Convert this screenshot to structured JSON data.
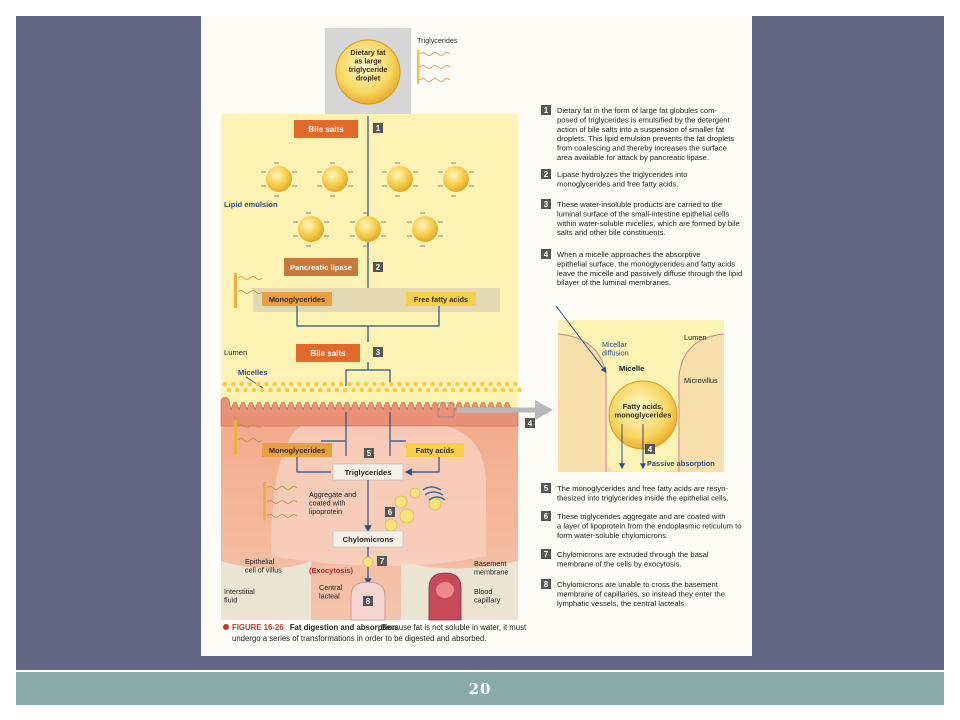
{
  "slide_number": "20",
  "colors": {
    "frame": "#626684",
    "footer": "#89abaa",
    "lumen": "#fbf2b4",
    "cell": "#f2b99c",
    "label_orange": "#e06a2a",
    "label_brown": "#c8783a",
    "arrow": "#2a4f8a"
  },
  "top": {
    "droplet_label": "Dietary fat\nas large\ntriglyceride\ndroplet",
    "triglycerides_label": "Triglycerides"
  },
  "diagram": {
    "bile_salts": "Bile salts",
    "lipid_emulsion": "Lipid emulsion",
    "pancreatic_lipase": "Pancreatic lipase",
    "monoglycerides": "Monoglycerides",
    "free_fatty_acids": "Free fatty acids",
    "lumen": "Lumen",
    "bile_salts_2": "Bile salts",
    "micelles": "Micelles",
    "monoglycerides_2": "Monoglycerides",
    "fatty_acids": "Fatty acids",
    "triglycerides": "Triglycerides",
    "aggregate": "Aggregate and\ncoated with\nlipoprotein",
    "chylomicrons": "Chylomicrons",
    "exocytosis": "(Exocytosis)",
    "epithelial_cell": "Epithelial\ncell of villus",
    "interstitial_fluid": "Interstitial\nfluid",
    "central_lacteal": "Central\nlacteal",
    "basement_membrane": "Basement\nmembrane",
    "blood_capillary": "Blood\ncapillary"
  },
  "inset": {
    "lumen": "Lumen",
    "micellar_diffusion": "Micellar\ndiffusion",
    "micelle": "Micelle",
    "microvillus": "Microvillus",
    "fatty_acids": "Fatty acids,\nmonoglycerides",
    "passive_absorption": "Passive absorption"
  },
  "steps": [
    {
      "n": "1",
      "text": "Dietary fat in the form of large fat globules com-\nposed of triglycerides is emulsified by the detergent\naction of bile salts into a suspension of smaller fat\ndroplets. This lipid emulsion prevents the fat droplets\nfrom coalescing and thereby increases the surface\narea available for attack by pancreatic lipase."
    },
    {
      "n": "2",
      "text": "Lipase hydrolyzes the triglycerides into\nmonoglycerides and free fatty acids."
    },
    {
      "n": "3",
      "text": "These water-insoluble products are carried to the\nluminal surface of the small-intestine epithelial cells\nwithin water-soluble micelles, which are formed by bile\nsalts and other bile constituents."
    },
    {
      "n": "4",
      "text": "When a micelle approaches the absorptive\nepithelial surface, the monoglycerides and fatty acids\nleave the micelle and passively diffuse through the lipid\nbilayer of the luminal membranes."
    },
    {
      "n": "5",
      "text": "The monoglycerides and free fatty acids are resyn-\nthesized into triglycerides inside the epithelial cells."
    },
    {
      "n": "6",
      "text": "These triglycerides aggregate and are coated with\na layer of lipoprotein from the endoplasmic reticulum to\nform water-soluble chylomicrons."
    },
    {
      "n": "7",
      "text": "Chylomicrons are extruded through the basal\nmembrane of the cells by exocytosis."
    },
    {
      "n": "8",
      "text": "Chylomicrons are unable to cross the basement\nmembrane of capillaries, so instead they enter the\nlymphatic vessels, the central lacteals."
    }
  ],
  "caption": {
    "figure": "FIGURE 16-26",
    "title": "Fat digestion and absorption.",
    "text": "Because fat is not soluble in water, it must\nundergo a series of transformations in order to be digested and absorbed."
  }
}
